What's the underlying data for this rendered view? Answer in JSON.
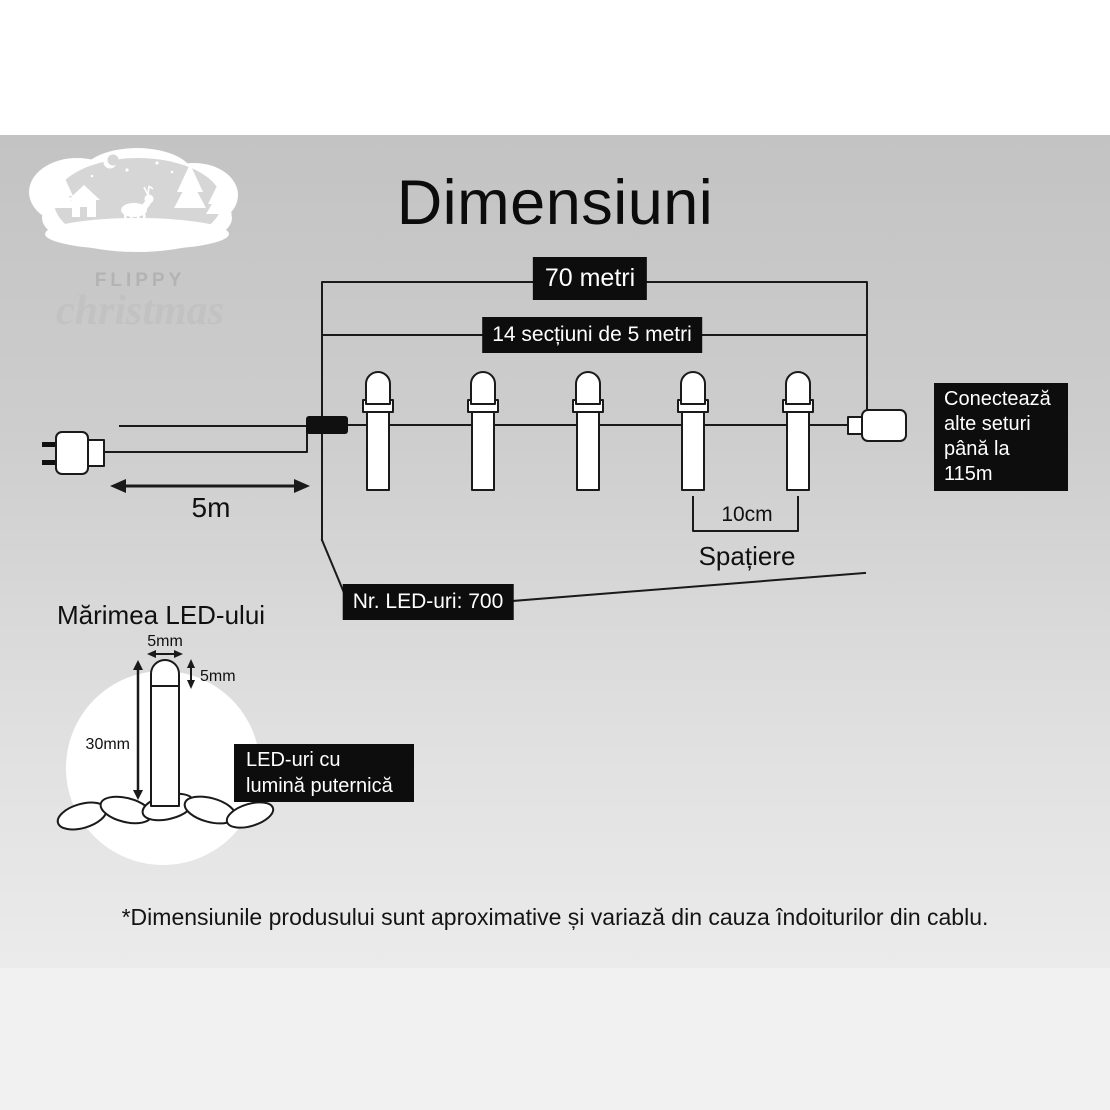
{
  "title": "Dimensiuni",
  "logo": {
    "brand": "FLIPPY",
    "script": "christmas"
  },
  "diagram": {
    "total_length": "70 metri",
    "sections": "14 secțiuni de 5 metri",
    "lead_length": "5m",
    "led_count": "Nr. LED-uri: 700",
    "spacing_value": "10cm",
    "spacing_label": "Spațiere",
    "connect_note": "Conectează alte seturi până la 115m"
  },
  "led_detail": {
    "heading": "Mărimea LED-ului",
    "width": "5mm",
    "dome_height": "5mm",
    "length": "30mm",
    "note": "LED-uri cu lumină puternică"
  },
  "footer": "*Dimensiunile produsului sunt aproximative și variază din cauza îndoiturilor din cablu.",
  "colors": {
    "label_bg": "#0d0d0d",
    "label_text": "#ffffff",
    "line": "#1a1a1a",
    "bg_top": "#c3c3c3",
    "bg_bottom": "#ededed"
  }
}
